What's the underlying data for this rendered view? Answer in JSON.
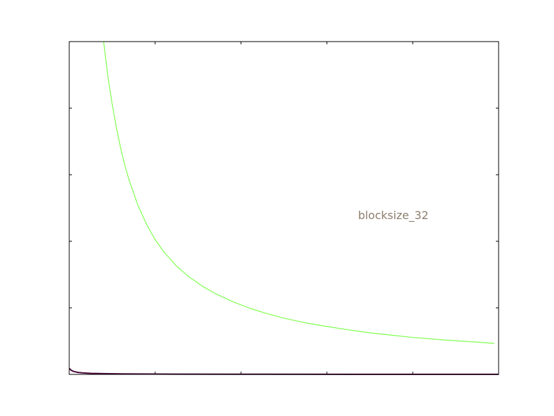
{
  "chart_data": {
    "type": "line",
    "title": "",
    "xlabel": "",
    "ylabel": "",
    "xlim": [
      0,
      100
    ],
    "ylim": [
      0,
      100
    ],
    "grid": false,
    "ticks_labeled": false,
    "annotation": {
      "text": "blocksize_32",
      "color": "#8b7d6b"
    },
    "series": [
      {
        "color": "#7fff4f",
        "x": [
          8,
          9,
          10,
          11,
          12,
          13,
          14,
          16,
          18,
          20,
          22,
          25,
          28,
          31,
          34,
          38,
          42,
          46,
          50,
          55,
          60,
          65,
          70,
          75,
          80,
          85,
          90,
          95,
          99
        ],
        "y": [
          100,
          89.5,
          81.2,
          74.0,
          67.8,
          62.6,
          58.1,
          50.8,
          45.1,
          40.5,
          36.9,
          32.5,
          29.2,
          26.5,
          24.3,
          21.9,
          19.9,
          18.3,
          16.9,
          15.5,
          14.4,
          13.4,
          12.5,
          11.8,
          11.1,
          10.6,
          10.1,
          9.7,
          9.3
        ]
      },
      {
        "color": "#4b0a3c",
        "x": [
          0,
          0.5,
          1,
          2,
          3,
          5,
          8,
          12,
          20,
          40,
          100
        ],
        "y": [
          1.8,
          1.2,
          0.9,
          0.6,
          0.45,
          0.32,
          0.22,
          0.15,
          0.1,
          0.05,
          0.02
        ]
      }
    ]
  }
}
